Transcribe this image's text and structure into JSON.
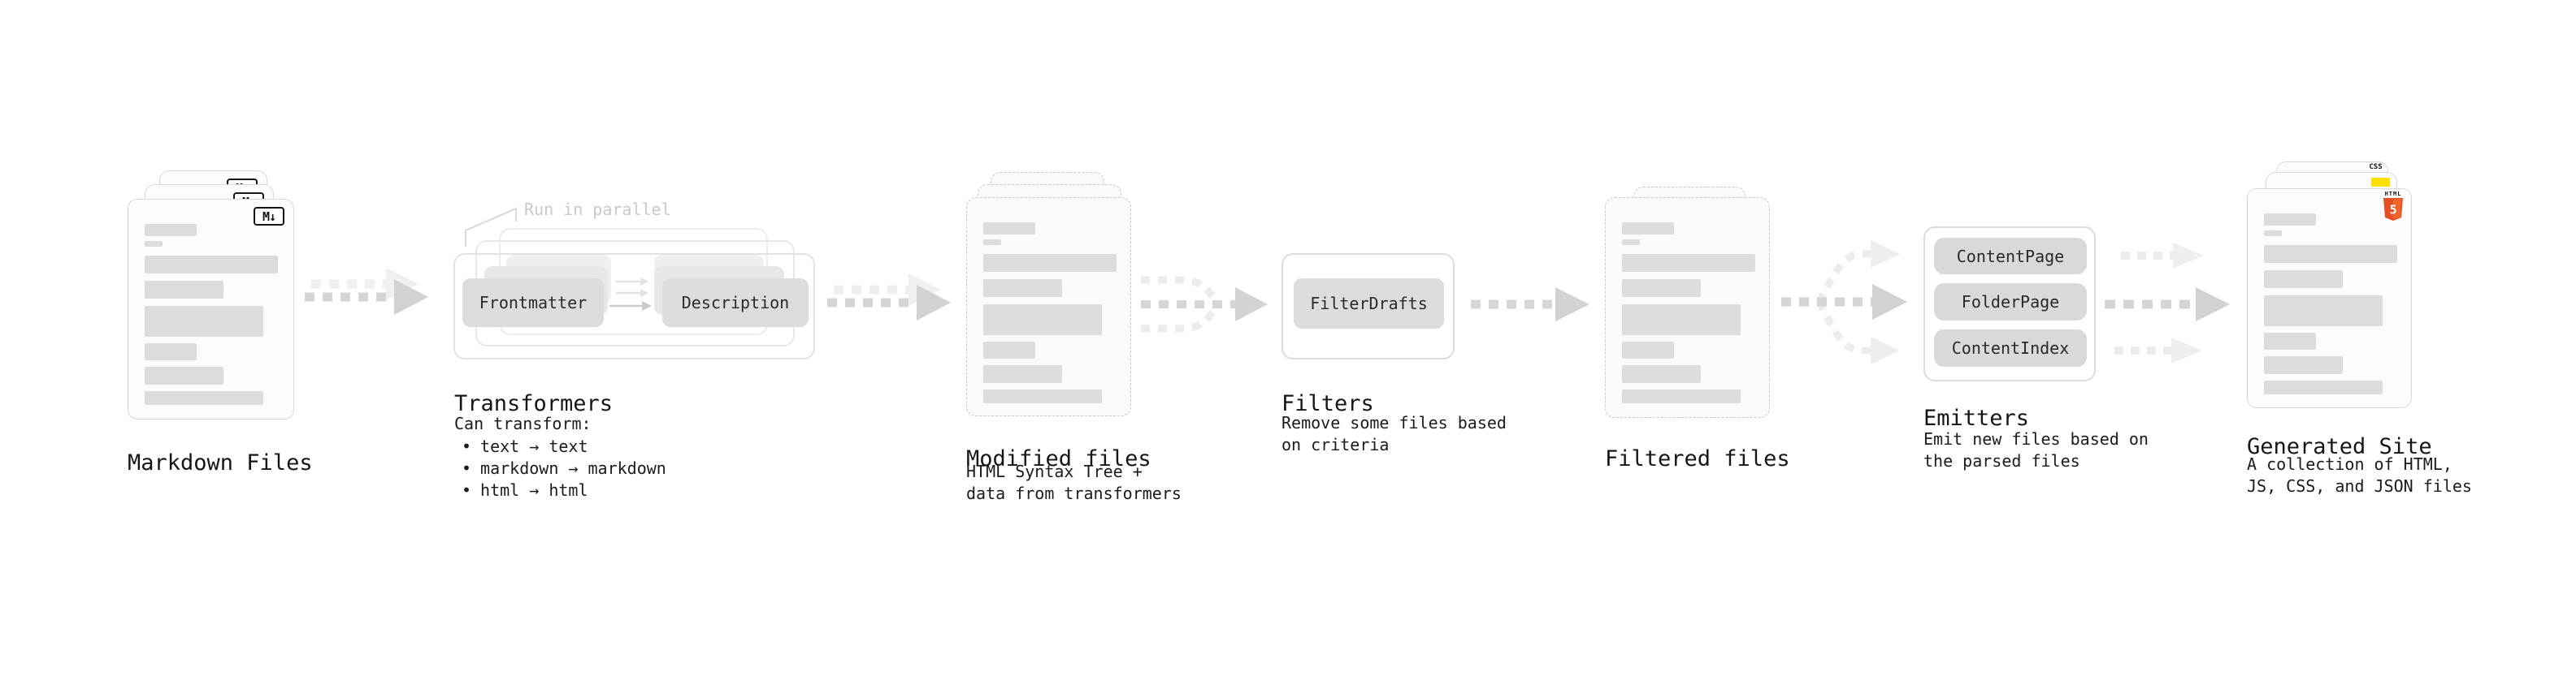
{
  "stages": {
    "markdown": {
      "label": "Markdown Files",
      "badge": "M↓"
    },
    "transformers": {
      "label": "Transformers",
      "note": "Run in parallel",
      "source_chip": "Frontmatter",
      "target_chip": "Description",
      "desc_intro": "Can transform:",
      "bullet_char": "•",
      "bullets": [
        "text → text",
        "markdown → markdown",
        "html → html"
      ]
    },
    "modified": {
      "label": "Modified files",
      "desc": [
        "HTML Syntax Tree +",
        "data from transformers"
      ]
    },
    "filters": {
      "label": "Filters",
      "chip": "FilterDrafts",
      "desc": [
        "Remove some files based",
        "on criteria"
      ]
    },
    "filtered": {
      "label": "Filtered files"
    },
    "emitters": {
      "label": "Emitters",
      "chips": [
        "ContentPage",
        "FolderPage",
        "ContentIndex"
      ],
      "desc": [
        "Emit new files based on",
        "the parsed files"
      ]
    },
    "generated": {
      "label": "Generated Site",
      "desc": [
        "A collection of HTML,",
        "JS, CSS, and JSON files"
      ],
      "badges": {
        "css_label": "CSS",
        "html_label": "HTML",
        "html_number": "5"
      }
    }
  },
  "colors": {
    "arrow_gray": "#d2d2d2",
    "arrow_faint": "#ededed",
    "chip_fill": "#dcdcdc",
    "card_border": "#d9d9d9",
    "dashed_border": "#c9c9c9",
    "placeholder_bar": "#dcdcdc",
    "note_gray": "#c9c9c9",
    "text_dark": "#1b1b1d",
    "markdown_badge_border": "#151515",
    "html5_orange": "#e44d26",
    "html5_orange_light": "#f16529",
    "js_yellow": "#ffdf00",
    "css_blue": "#2760e6"
  }
}
